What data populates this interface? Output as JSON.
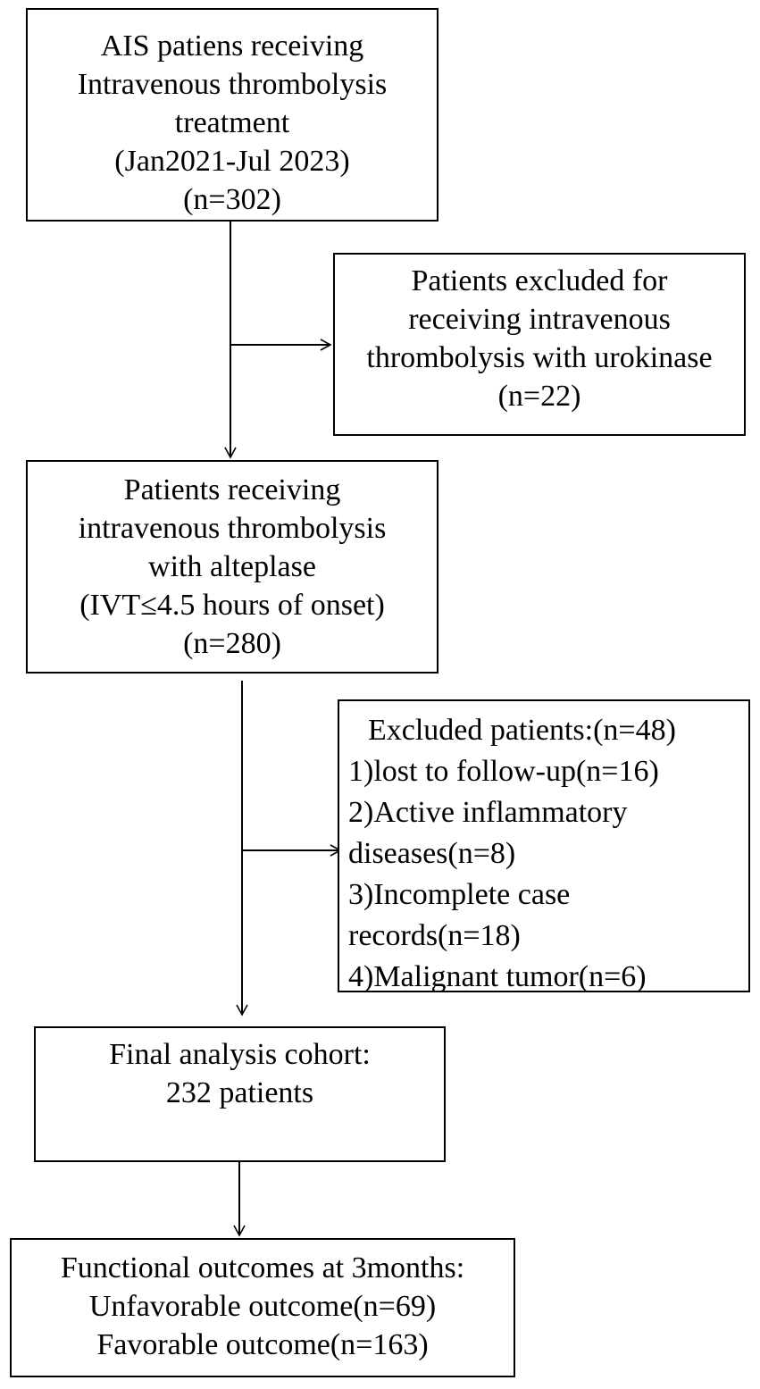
{
  "flowchart": {
    "start": {
      "lines": [
        "AIS patiens receiving",
        "Intravenous thrombolysis",
        "treatment",
        "(Jan2021-Jul 2023)",
        "(n=302)"
      ]
    },
    "exclusion_1": {
      "lines": [
        "Patients excluded for",
        "receiving intravenous",
        "thrombolysis with urokinase",
        "(n=22)"
      ]
    },
    "alteplase": {
      "lines": [
        "Patients receiving",
        "intravenous thrombolysis",
        "with alteplase",
        "(IVT≤4.5 hours of onset)",
        "(n=280)"
      ]
    },
    "exclusion_2": {
      "title": "Excluded patients:(n=48)",
      "lines": [
        "1)lost to follow-up(n=16)",
        "2)Active inflammatory",
        "diseases(n=8)",
        "3)Incomplete case",
        "records(n=18)",
        "4)Malignant tumor(n=6)"
      ]
    },
    "final": {
      "lines": [
        "Final analysis cohort:",
        "232 patients"
      ]
    },
    "outcomes": {
      "lines": [
        "Functional outcomes at 3months:",
        "Unfavorable outcome(n=69)",
        "Favorable outcome(n=163)"
      ]
    }
  },
  "colors": {
    "stroke": "#000000",
    "background": "#ffffff"
  }
}
